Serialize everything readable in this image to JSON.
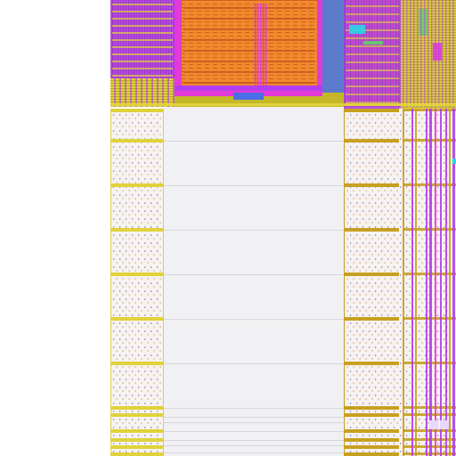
{
  "viewer": {
    "background": "#ffffff",
    "colors": {
      "metal_purple": "#b43cf0",
      "metal_magenta": "#e23ad8",
      "poly_orange": "#f08a2c",
      "metal_yellow": "#e0d23a",
      "diffusion_gold": "#c8a020",
      "via_blue": "#4a6ee8",
      "cap_green": "#5fd16a",
      "cyan": "#28d6e8",
      "stipple": "#9a7fc4",
      "empty_region": "#f1f1f3"
    },
    "layers": [
      "metal-purple",
      "metal-magenta",
      "poly-orange",
      "metal-yellow",
      "diffusion-gold",
      "via-blue",
      "cap-green",
      "cyan-marker"
    ]
  }
}
